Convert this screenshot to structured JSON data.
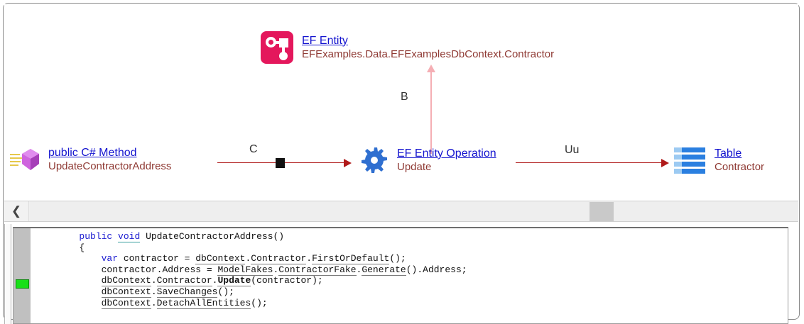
{
  "diagram": {
    "nodes": [
      {
        "id": "ef-entity",
        "icon": "ef-entity-icon",
        "title": "EF Entity",
        "subtitle": "EFExamples.Data.EFExamplesDbContext.Contractor"
      },
      {
        "id": "csharp-method",
        "icon": "csharp-method-icon",
        "title": " public C# Method",
        "subtitle": "UpdateContractorAddress"
      },
      {
        "id": "ef-entity-operation",
        "icon": "gear-icon",
        "title": "EF Entity Operation",
        "subtitle": "Update"
      },
      {
        "id": "table",
        "icon": "table-icon",
        "title": "Table",
        "subtitle": "Contractor"
      }
    ],
    "edges": [
      {
        "id": "method-to-operation",
        "label": "C"
      },
      {
        "id": "operation-to-table",
        "label": "Uu"
      },
      {
        "id": "operation-to-entity",
        "label": "B"
      }
    ],
    "colors": {
      "entity_icon": "#e4175c",
      "edge": "#b01a1a",
      "vertical_edge": "#f5aeb4",
      "title_link": "#1414cf",
      "subtitle": "#8f3a34",
      "table_icon": "#2a7fe0"
    }
  },
  "scrollbar": {
    "left_button_glyph": "❮"
  },
  "code": {
    "lines": [
      {
        "indent": 8,
        "tokens": [
          {
            "text": "public",
            "style": "kw"
          },
          {
            "text": " ",
            "style": "plain"
          },
          {
            "text": "void",
            "style": "kwu"
          },
          {
            "text": " UpdateContractorAddress()",
            "style": "plain"
          }
        ]
      },
      {
        "indent": 8,
        "tokens": [
          {
            "text": "{",
            "style": "plain"
          }
        ]
      },
      {
        "indent": 12,
        "tokens": [
          {
            "text": "var",
            "style": "kw"
          },
          {
            "text": " contractor = ",
            "style": "plain"
          },
          {
            "text": "dbContext",
            "style": "idu"
          },
          {
            "text": ".",
            "style": "plain"
          },
          {
            "text": "Contractor",
            "style": "idu"
          },
          {
            "text": ".",
            "style": "plain"
          },
          {
            "text": "FirstOrDefault",
            "style": "idu"
          },
          {
            "text": "();",
            "style": "plain"
          }
        ]
      },
      {
        "indent": 12,
        "tokens": [
          {
            "text": "contractor.Address = ",
            "style": "plain"
          },
          {
            "text": "ModelFakes",
            "style": "idu"
          },
          {
            "text": ".",
            "style": "plain"
          },
          {
            "text": "ContractorFake",
            "style": "idu"
          },
          {
            "text": ".",
            "style": "plain"
          },
          {
            "text": "Generate",
            "style": "idu"
          },
          {
            "text": "().Address;",
            "style": "plain"
          }
        ]
      },
      {
        "indent": 12,
        "tokens": [
          {
            "text": "dbContext",
            "style": "idu"
          },
          {
            "text": ".",
            "style": "plain"
          },
          {
            "text": "Contractor",
            "style": "idu"
          },
          {
            "text": ".",
            "style": "plain"
          },
          {
            "text": "Update",
            "style": "bidu"
          },
          {
            "text": "(contractor);",
            "style": "plain"
          }
        ]
      },
      {
        "indent": 12,
        "tokens": [
          {
            "text": "dbContext",
            "style": "idu"
          },
          {
            "text": ".",
            "style": "plain"
          },
          {
            "text": "SaveChanges",
            "style": "idu"
          },
          {
            "text": "();",
            "style": "plain"
          }
        ]
      },
      {
        "indent": 12,
        "tokens": [
          {
            "text": "dbContext",
            "style": "idu"
          },
          {
            "text": ".",
            "style": "plain"
          },
          {
            "text": "DetachAllEntities",
            "style": "idu"
          },
          {
            "text": "();",
            "style": "plain"
          }
        ]
      }
    ]
  }
}
